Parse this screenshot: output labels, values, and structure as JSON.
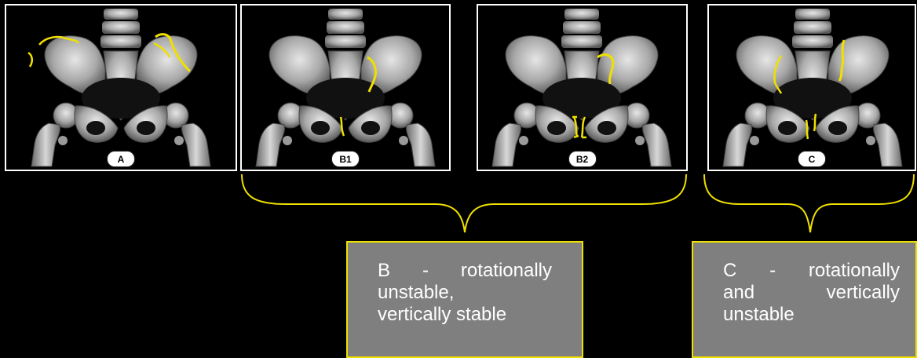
{
  "panels": [
    {
      "id": "A",
      "badge": "A"
    },
    {
      "id": "B1",
      "badge": "B1"
    },
    {
      "id": "B2",
      "badge": "B2"
    },
    {
      "id": "C",
      "badge": "C"
    }
  ],
  "colors": {
    "background": "#000000",
    "panel_border": "#ffffff",
    "fracture_line": "#f0e000",
    "brace": "#f0e000",
    "label_box_fill": "#7f7f7f",
    "label_box_border": "#f0e000",
    "label_text": "#ffffff"
  },
  "labels": {
    "b": {
      "line1": "B  -  rotationally",
      "line2": "unstable,",
      "line3": "vertically stable"
    },
    "c": {
      "line1": "C  -  rotationally",
      "line2": "and       vertically",
      "line3": "unstable"
    }
  }
}
